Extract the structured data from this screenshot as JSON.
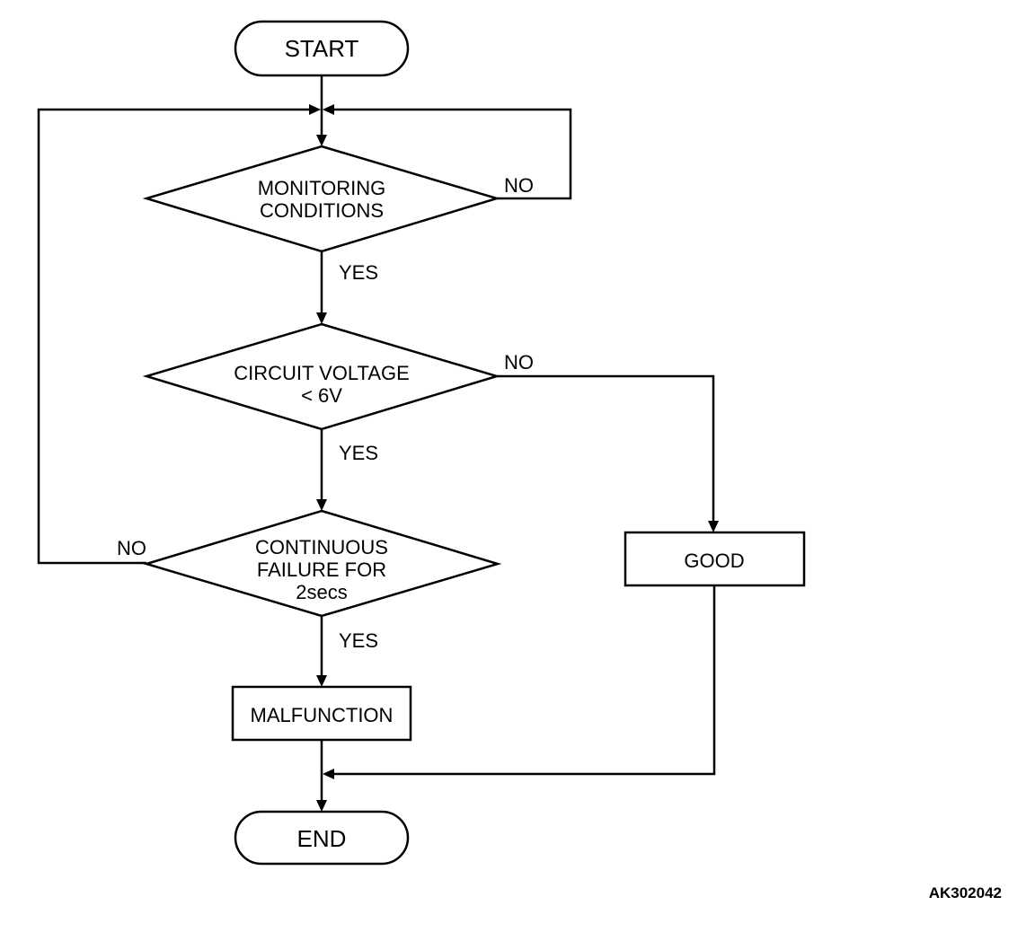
{
  "nodes": {
    "start": {
      "label": "START"
    },
    "monitoring": {
      "line1": "MONITORING",
      "line2": "CONDITIONS"
    },
    "voltage": {
      "line1": "CIRCUIT VOLTAGE",
      "line2": "< 6V"
    },
    "continuous": {
      "line1": "CONTINUOUS",
      "line2": "FAILURE FOR",
      "line3": "2secs"
    },
    "malfunction": {
      "label": "MALFUNCTION"
    },
    "good": {
      "label": "GOOD"
    },
    "end": {
      "label": "END"
    }
  },
  "edge_labels": {
    "monitoring_no": "NO",
    "monitoring_yes": "YES",
    "voltage_no": "NO",
    "voltage_yes": "YES",
    "continuous_no": "NO",
    "continuous_yes": "YES"
  },
  "figure_id": "AK302042"
}
